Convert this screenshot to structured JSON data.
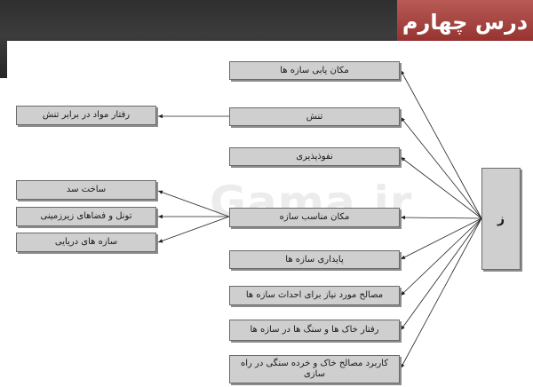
{
  "header": {
    "title": "درس چهارم"
  },
  "watermark": "Gama.ir",
  "diagram": {
    "source_label": "ﺯ",
    "right_nodes": [
      "مکان یابی سازه ها",
      "تنش",
      "نفوذپذیری",
      "مکان مناسب سازه",
      "پایداری سازه ها",
      "مصالح مورد نیاز برای احداث سازه ها",
      "رفتار خاک ها و سنگ ها در سازه ها",
      "کاربرد مصالح خاک و خرده سنگی در راه سازی"
    ],
    "left_nodes": [
      "رفتار مواد در برابر تنش",
      "ساخت سد",
      "تونل و فضاهای زیرزمینی",
      "سازه های دریایی"
    ]
  }
}
